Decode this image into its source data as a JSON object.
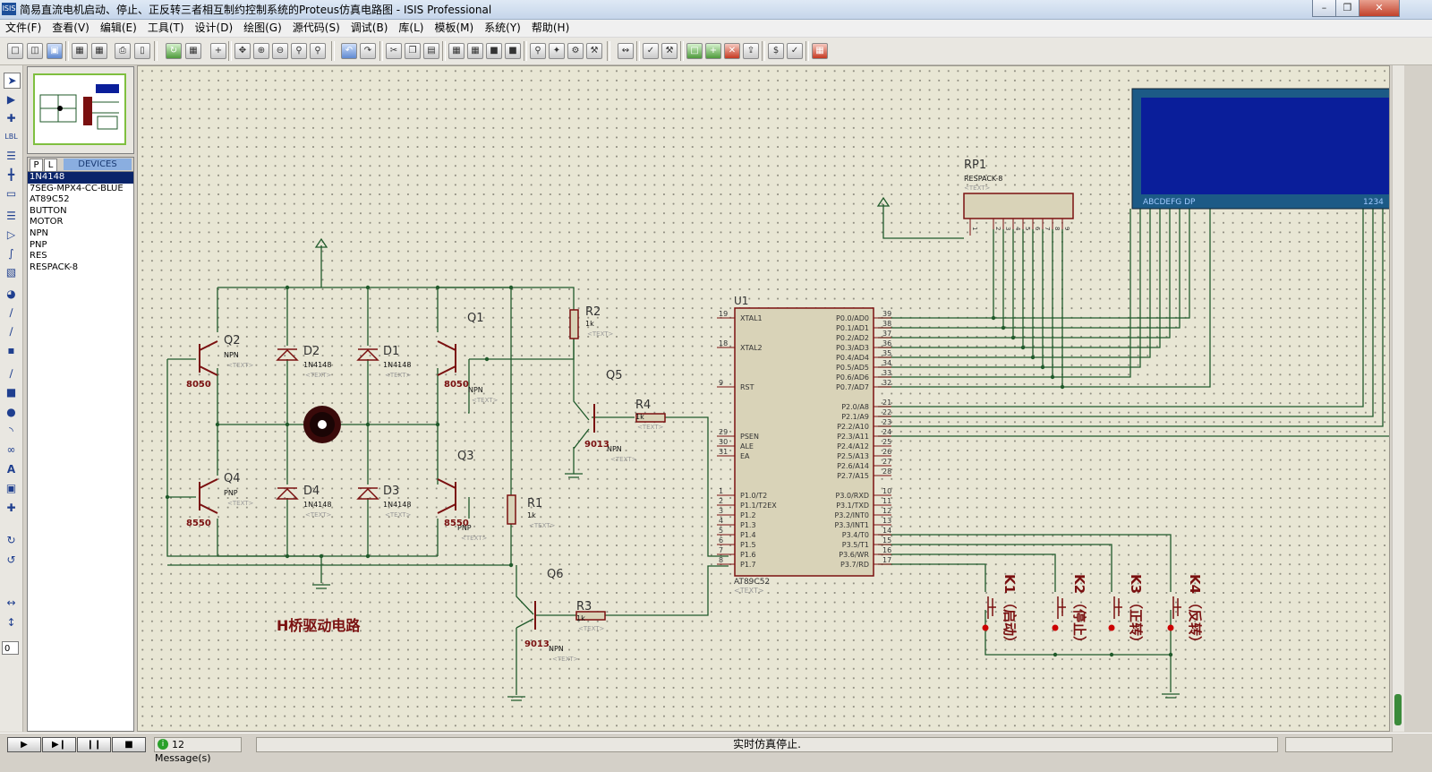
{
  "window": {
    "app_icon": "ISIS",
    "title": "简易直流电机启动、停止、正反转三者相互制约控制系统的Proteus仿真电路图 - ISIS Professional",
    "controls": [
      "minimize-icon",
      "maximize-icon",
      "close-icon"
    ]
  },
  "menu": [
    "文件(F)",
    "查看(V)",
    "编辑(E)",
    "工具(T)",
    "设计(D)",
    "绘图(G)",
    "源代码(S)",
    "调试(B)",
    "库(L)",
    "模板(M)",
    "系统(Y)",
    "帮助(H)"
  ],
  "devices": {
    "tab_p": "P",
    "tab_l": "L",
    "title": "DEVICES",
    "items": [
      "1N4148",
      "7SEG-MPX4-CC-BLUE",
      "AT89C52",
      "BUTTON",
      "MOTOR",
      "NPN",
      "PNP",
      "RES",
      "RESPACK-8"
    ],
    "selected": "1N4148"
  },
  "left_tools": {
    "rotation_value": "0"
  },
  "schematic": {
    "circuit_title": "H桥驱动电路",
    "transistors": [
      {
        "ref": "Q1",
        "value": "NPN",
        "part": "8050"
      },
      {
        "ref": "Q2",
        "value": "NPN",
        "part": "8050"
      },
      {
        "ref": "Q3",
        "value": "PNP",
        "part": "8550"
      },
      {
        "ref": "Q4",
        "value": "PNP",
        "part": "8550"
      },
      {
        "ref": "Q5",
        "value": "NPN",
        "part": "9013"
      },
      {
        "ref": "Q6",
        "value": "NPN",
        "part": "9013"
      }
    ],
    "diodes": [
      {
        "ref": "D1",
        "value": "1N4148"
      },
      {
        "ref": "D2",
        "value": "1N4148"
      },
      {
        "ref": "D3",
        "value": "1N4148"
      },
      {
        "ref": "D4",
        "value": "1N4148"
      }
    ],
    "resistors": [
      {
        "ref": "R1",
        "value": "1k"
      },
      {
        "ref": "R2",
        "value": "1k"
      },
      {
        "ref": "R3",
        "value": "1k"
      },
      {
        "ref": "R4",
        "value": "1k"
      }
    ],
    "text_placeholder": "<TEXT>",
    "respack": {
      "ref": "RP1",
      "value": "RESPACK-8",
      "pins": [
        "1",
        "2",
        "3",
        "4",
        "5",
        "6",
        "7",
        "8",
        "9"
      ]
    },
    "mcu": {
      "ref": "U1",
      "part": "AT89C52",
      "left_pins": [
        {
          "num": "19",
          "name": "XTAL1"
        },
        {
          "num": "18",
          "name": "XTAL2"
        },
        {
          "num": "9",
          "name": "RST"
        },
        {
          "num": "29",
          "name": "PSEN"
        },
        {
          "num": "30",
          "name": "ALE"
        },
        {
          "num": "31",
          "name": "EA"
        },
        {
          "num": "1",
          "name": "P1.0/T2"
        },
        {
          "num": "2",
          "name": "P1.1/T2EX"
        },
        {
          "num": "3",
          "name": "P1.2"
        },
        {
          "num": "4",
          "name": "P1.3"
        },
        {
          "num": "5",
          "name": "P1.4"
        },
        {
          "num": "6",
          "name": "P1.5"
        },
        {
          "num": "7",
          "name": "P1.6"
        },
        {
          "num": "8",
          "name": "P1.7"
        }
      ],
      "right_pins": [
        {
          "num": "39",
          "name": "P0.0/AD0"
        },
        {
          "num": "38",
          "name": "P0.1/AD1"
        },
        {
          "num": "37",
          "name": "P0.2/AD2"
        },
        {
          "num": "36",
          "name": "P0.3/AD3"
        },
        {
          "num": "35",
          "name": "P0.4/AD4"
        },
        {
          "num": "34",
          "name": "P0.5/AD5"
        },
        {
          "num": "33",
          "name": "P0.6/AD6"
        },
        {
          "num": "32",
          "name": "P0.7/AD7"
        },
        {
          "num": "21",
          "name": "P2.0/A8"
        },
        {
          "num": "22",
          "name": "P2.1/A9"
        },
        {
          "num": "23",
          "name": "P2.2/A10"
        },
        {
          "num": "24",
          "name": "P2.3/A11"
        },
        {
          "num": "25",
          "name": "P2.4/A12"
        },
        {
          "num": "26",
          "name": "P2.5/A13"
        },
        {
          "num": "27",
          "name": "P2.6/A14"
        },
        {
          "num": "28",
          "name": "P2.7/A15"
        },
        {
          "num": "10",
          "name": "P3.0/RXD"
        },
        {
          "num": "11",
          "name": "P3.1/TXD"
        },
        {
          "num": "12",
          "name": "P3.2/INT0"
        },
        {
          "num": "13",
          "name": "P3.3/INT1"
        },
        {
          "num": "14",
          "name": "P3.4/T0"
        },
        {
          "num": "15",
          "name": "P3.5/T1"
        },
        {
          "num": "16",
          "name": "P3.6/WR"
        },
        {
          "num": "17",
          "name": "P3.7/RD"
        }
      ]
    },
    "display": {
      "seg_labels": "ABCDEFG  DP",
      "digit_labels": "1234"
    },
    "buttons": [
      {
        "ref": "K1",
        "label": "（启动）"
      },
      {
        "ref": "K2",
        "label": "（停止）"
      },
      {
        "ref": "K3",
        "label": "（正转）"
      },
      {
        "ref": "K4",
        "label": "（反转）"
      }
    ]
  },
  "status": {
    "messages": "12 Message(s)",
    "main": "实时仿真停止."
  },
  "colors": {
    "wire": "#1f5a2a",
    "component": "#7a1010",
    "canvas": "#e8e6d4",
    "lcd": "#0a1e9a"
  }
}
